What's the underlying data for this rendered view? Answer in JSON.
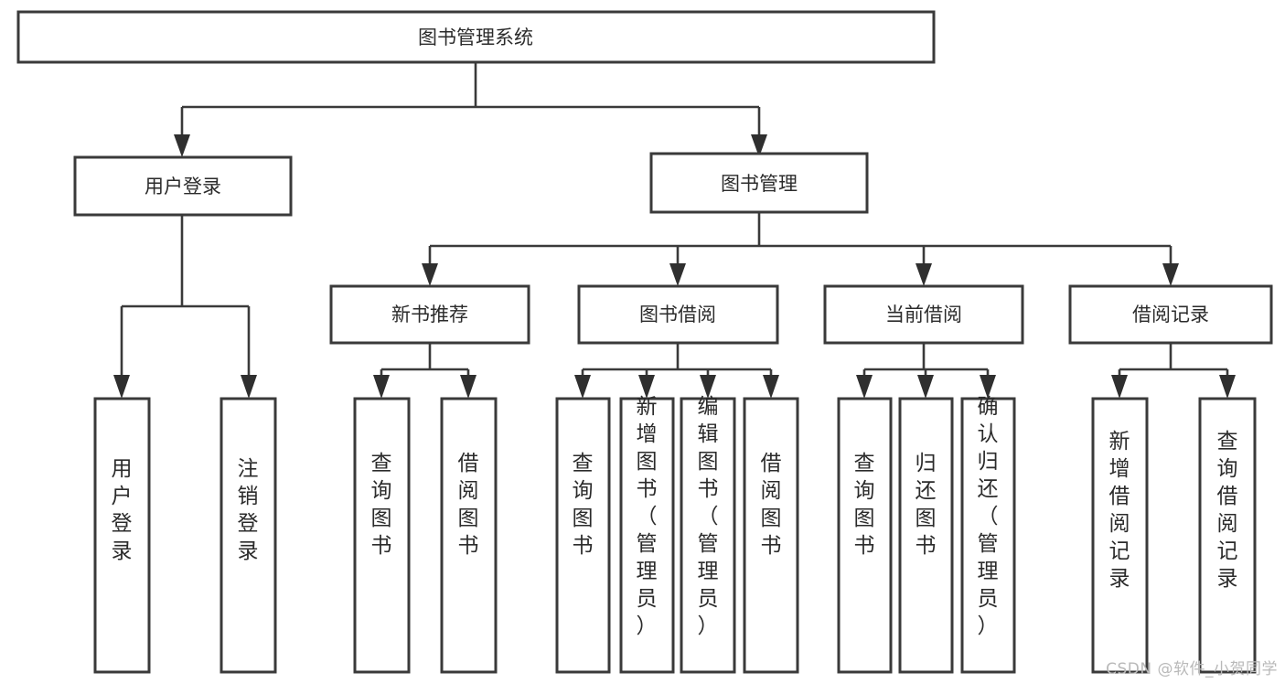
{
  "diagram": {
    "title": "图书管理系统",
    "watermark": "CSDN @软件_小贺同学",
    "colors": {
      "box_stroke": "#3a3a3a",
      "box_fill": "#ffffff",
      "connector": "#3a3a3a",
      "text": "#2b2b2b",
      "watermark": "#b9b9b9",
      "background": "#ffffff"
    },
    "root": {
      "label": "图书管理系统"
    },
    "level1": [
      {
        "label": "用户登录"
      },
      {
        "label": "图书管理"
      }
    ],
    "level2": [
      {
        "label": "新书推荐"
      },
      {
        "label": "图书借阅"
      },
      {
        "label": "当前借阅"
      },
      {
        "label": "借阅记录"
      }
    ],
    "leaves": {
      "user_login": [
        {
          "label": "用户登录"
        },
        {
          "label": "注销登录"
        }
      ],
      "new_book_recommend": [
        {
          "label": "查询图书"
        },
        {
          "label": "借阅图书"
        }
      ],
      "book_borrow": [
        {
          "label": "查询图书"
        },
        {
          "label": "新增图书（管理员）"
        },
        {
          "label": "编辑图书（管理员）"
        },
        {
          "label": "借阅图书"
        }
      ],
      "current_borrow": [
        {
          "label": "查询图书"
        },
        {
          "label": "归还图书"
        },
        {
          "label": "确认归还（管理员）"
        }
      ],
      "borrow_record": [
        {
          "label": "新增借阅记录"
        },
        {
          "label": "查询借阅记录"
        }
      ]
    }
  }
}
